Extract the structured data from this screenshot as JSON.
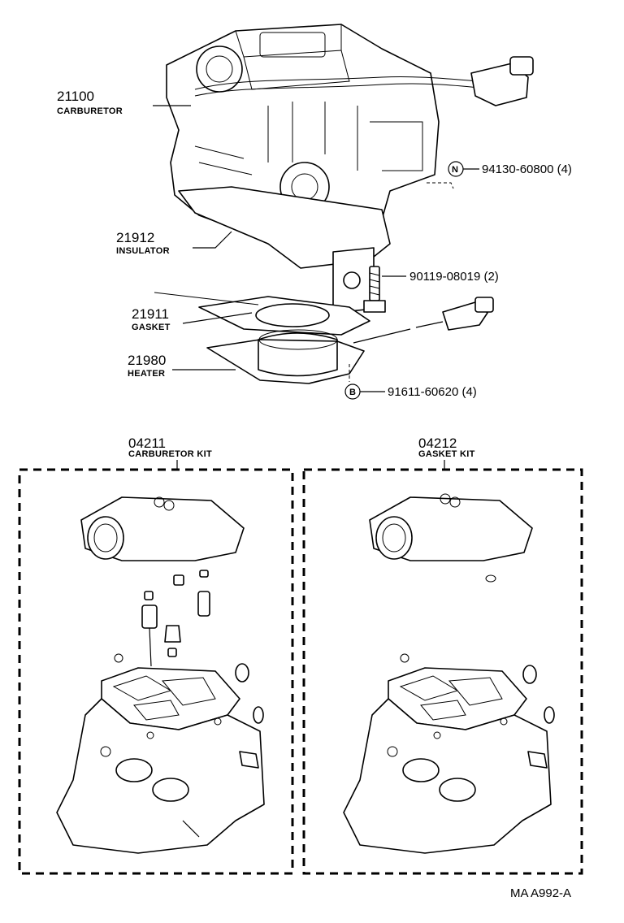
{
  "callouts": {
    "carburetor": {
      "number": "21100",
      "name": "CARBURETOR"
    },
    "insulator": {
      "number": "21912",
      "name": "INSULATOR"
    },
    "gasket": {
      "number": "21911",
      "name": "GASKET"
    },
    "heater": {
      "number": "21980",
      "name": "HEATER"
    },
    "nut": {
      "badge": "N",
      "part": "94130-60800 (4)"
    },
    "bolt": {
      "part": "90119-08019 (2)"
    },
    "bolt_b": {
      "badge": "B",
      "part": "91611-60620 (4)"
    }
  },
  "kits": {
    "carburetor_kit": {
      "number": "04211",
      "name": "CARBURETOR KIT"
    },
    "gasket_kit": {
      "number": "04212",
      "name": "GASKET KIT"
    }
  },
  "footer": {
    "code": "MA A992-A"
  }
}
